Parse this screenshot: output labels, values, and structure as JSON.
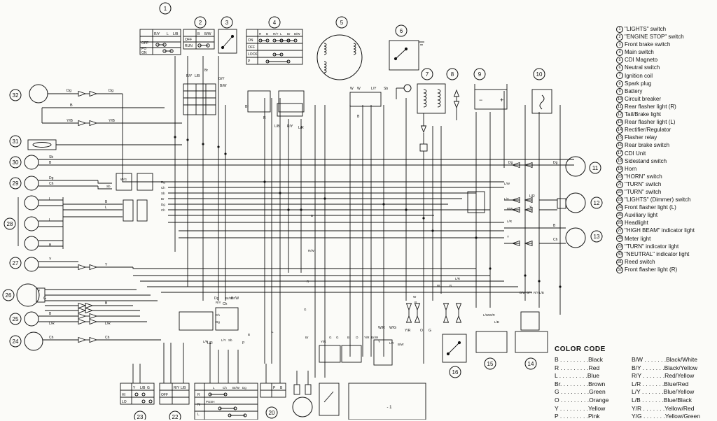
{
  "components": [
    {
      "num": "1",
      "name": "\"LIGHTS\" switch"
    },
    {
      "num": "2",
      "name": "\"ENGINE STOP\" switch"
    },
    {
      "num": "3",
      "name": "Front brake switch"
    },
    {
      "num": "4",
      "name": "Main switch"
    },
    {
      "num": "5",
      "name": "CDI Magneto"
    },
    {
      "num": "6",
      "name": "Neutral switch"
    },
    {
      "num": "7",
      "name": "Ignition coil"
    },
    {
      "num": "8",
      "name": "Spark plug"
    },
    {
      "num": "9",
      "name": "Battery"
    },
    {
      "num": "10",
      "name": "Circuit breaker"
    },
    {
      "num": "11",
      "name": "Rear flasher light (R)"
    },
    {
      "num": "12",
      "name": "Tail/Brake light"
    },
    {
      "num": "13",
      "name": "Rear flasher light (L)"
    },
    {
      "num": "14",
      "name": "Rectifier/Regulator"
    },
    {
      "num": "15",
      "name": "Flasher relay"
    },
    {
      "num": "16",
      "name": "Rear brake switch"
    },
    {
      "num": "17",
      "name": "CDI Unit"
    },
    {
      "num": "18",
      "name": "Sidestand switch"
    },
    {
      "num": "19",
      "name": "Horn"
    },
    {
      "num": "20",
      "name": "\"HORN\" switch"
    },
    {
      "num": "21",
      "name": "\"TURN\" switch"
    },
    {
      "num": "22",
      "name": "\"TURN\" switch"
    },
    {
      "num": "23",
      "name": "\"LIGHTS\" (Dimmer) switch"
    },
    {
      "num": "24",
      "name": "Front flasher light (L)"
    },
    {
      "num": "25",
      "name": "Auxiliary light"
    },
    {
      "num": "26",
      "name": "Headlight"
    },
    {
      "num": "27",
      "name": "\"HIGH BEAM\" indicator light"
    },
    {
      "num": "28",
      "name": "Meter light"
    },
    {
      "num": "29",
      "name": "\"TURN\" indicator light"
    },
    {
      "num": "30",
      "name": "\"NEUTRAL\" indicator light"
    },
    {
      "num": "31",
      "name": "Reed switch"
    },
    {
      "num": "32",
      "name": "Front flasher light (R)"
    }
  ],
  "color_code": {
    "title": "COLOR CODE",
    "rows": [
      [
        "B . . . . . . . . .Black",
        "B/W . . . . . . .Black/White"
      ],
      [
        "R . . . . . . . . .Red",
        "B/Y . . . . . . .Black/Yellow"
      ],
      [
        "L . . . . . . . . .Blue",
        "R/Y . . . . . . .Red/Yellow"
      ],
      [
        "Br. . . . . . . . .Brown",
        "L/R . . . . . . .Blue/Red"
      ],
      [
        "G . . . . . . . . .Green",
        "L/Y . . . . . . .Blue/Yellow"
      ],
      [
        "O . . . . . . . . .Orange",
        "L/B . . . . . . .Blue/Black"
      ],
      [
        "Y . . . . . . . . .Yellow",
        "Y/R . . . . . . .Yellow/Red"
      ],
      [
        "P . . . . . . . . .Pink",
        "Y/G . . . . . . .Yellow/Green"
      ]
    ]
  },
  "switch_tables": {
    "lights": {
      "header": [
        "R/Y",
        "L",
        "L/B"
      ],
      "rows": [
        "OFF",
        "PO",
        "ON"
      ]
    },
    "engine_stop": {
      "header": [
        "B",
        "B/W"
      ],
      "rows": [
        "OFF",
        "RUN"
      ]
    },
    "main": {
      "header": [
        "R",
        "B",
        "R/Y",
        "L",
        "Br",
        "B/W"
      ],
      "rows": [
        "ON",
        "OFF",
        "LOCK",
        "P"
      ]
    },
    "dimmer": {
      "header": [
        "Y",
        "L/B",
        "G"
      ],
      "rows": [
        "HI",
        "LO"
      ]
    },
    "turn": {
      "header": [
        "R/Y",
        "L/B"
      ],
      "rows": [
        "OFF",
        "OFF"
      ]
    },
    "horn_turn": {
      "header": [
        "L",
        "Ch",
        "Br/W",
        "Dg"
      ],
      "rows": [
        "R",
        "N",
        "L"
      ],
      "extra": "PUSH"
    },
    "horn": {
      "header": [
        "P",
        "B"
      ],
      "rows": [
        "OFF",
        "OFF"
      ]
    }
  },
  "wire_labels": {
    "front_flasher_r": [
      "Dg",
      "Dg"
    ],
    "meter": [
      "B",
      "Y/B",
      "Y/B",
      "Sb"
    ],
    "indicators": [
      "Sb",
      "B",
      "Dg",
      "Ch",
      "L",
      "L",
      "B",
      "B",
      "L",
      "Y",
      "Y"
    ],
    "headlight": [
      "Y",
      "G",
      "L/B",
      "B",
      "B",
      "L/R",
      "L/R",
      "Ch",
      "Ch"
    ],
    "rear_right": [
      "Dg",
      "Dg",
      "L/R",
      "Y",
      "B",
      "B",
      "Ch"
    ],
    "center": [
      "R/Y",
      "L/B",
      "G/Y",
      "B/W",
      "Br",
      "Br",
      "R",
      "L/B",
      "R/Y",
      "L/R",
      "W",
      "W",
      "L/Y",
      "Sb",
      "B",
      "W/R",
      "W/G",
      "Y/R",
      "O",
      "G",
      "Dg",
      "Ch",
      "Br/W",
      "L/R",
      "P"
    ],
    "connectors": [
      "W/G",
      "Sb",
      "Dg",
      "Ch",
      "Br",
      "Sb",
      "Ch",
      "Dg",
      "R/Y",
      "Br/W",
      "Ch",
      "Dg",
      "L/R",
      "L/Y",
      "Sb",
      "B",
      "L",
      "G",
      "Br",
      "R",
      "R/W",
      "B",
      "Y/R",
      "G",
      "G",
      "B",
      "O",
      "Y/R",
      "Br/W",
      "Y",
      "L/Y",
      "B/W",
      "W",
      "R",
      "W",
      "B",
      "L/R",
      "L/W",
      "W/R",
      "L/B",
      "B/W",
      "G/Y",
      "R/Y",
      "L/B",
      "L/Y",
      "B/W",
      "L/R",
      "Y",
      "L/W"
    ]
  },
  "chassis_note": "- 1"
}
